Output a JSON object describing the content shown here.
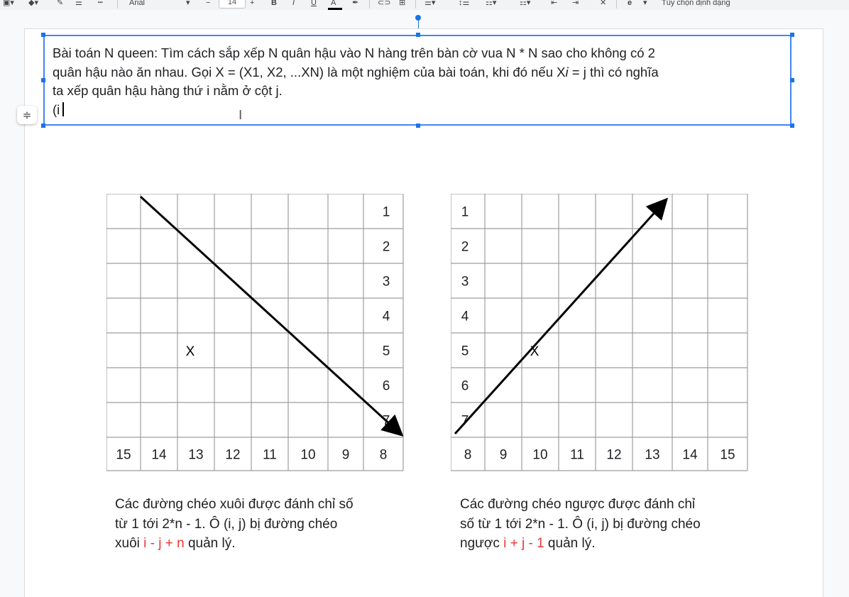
{
  "toolbar": {
    "font_name": "Arial",
    "font_size": "14",
    "minus": "−",
    "plus": "+",
    "bold": "B",
    "italic": "I",
    "underline": "U",
    "text_color": "A",
    "format_options": "Tùy chọn định dạng",
    "edit_mode": "e"
  },
  "textbox": {
    "line1": "Bài toán N queen: Tìm cách sắp xếp N quân hậu vào N hàng trên bàn cờ vua N * N sao cho không có 2",
    "line2a": "quân hậu nào ăn nhau. Gọi X = (X1, X2, ...XN) là một nghiệm của bài toán, khi đó nếu X",
    "line2i": "i",
    "line2b": " = j thì có nghĩa",
    "line3": "ta xếp quân hậu hàng thứ i nằm ở cột j.",
    "line4": "(i"
  },
  "left_grid": {
    "row_labels": [
      "1",
      "2",
      "3",
      "4",
      "5",
      "6",
      "7"
    ],
    "bottom_labels": [
      "15",
      "14",
      "13",
      "12",
      "11",
      "10",
      "9",
      "8"
    ],
    "marker": "X"
  },
  "right_grid": {
    "row_labels": [
      "1",
      "2",
      "3",
      "4",
      "5",
      "6",
      "7"
    ],
    "bottom_labels": [
      "8",
      "9",
      "10",
      "11",
      "12",
      "13",
      "14",
      "15"
    ],
    "marker": "X"
  },
  "left_caption": {
    "line1": "Các đường chéo xuôi được đánh chỉ số",
    "line2": "từ 1 tới 2*n - 1. Ô (i, j) bị đường chéo",
    "line3_pre": " xuôi ",
    "line3_formula": "i - j + n",
    "line3_post": " quản lý."
  },
  "right_caption": {
    "line1": "Các đường chéo ngược được đánh chỉ",
    "line2": "số từ 1 tới 2*n - 1. Ô (i, j) bị đường chéo",
    "line3_pre": "ngược ",
    "line3_formula": "i + j - 1",
    "line3_post": " quản lý."
  },
  "colors": {
    "accent": "#1a73e8",
    "formula": "#e53935",
    "grid_line": "#9e9e9e"
  }
}
